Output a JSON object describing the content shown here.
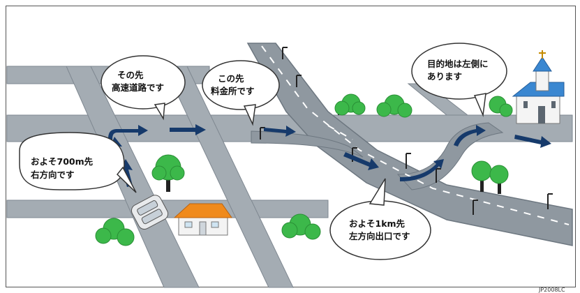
{
  "bubbles": {
    "left_turn": {
      "line1": "およそ700m先",
      "line2": "右方向です"
    },
    "expressway": {
      "line1": "その先",
      "line2": "高速道路です"
    },
    "tollgate": {
      "line1": "この先",
      "line2": "料金所です"
    },
    "destination": {
      "line1": "目的地は左側に",
      "line2": "あります"
    },
    "exit": {
      "line1": "およそ1km先",
      "line2": "左方向出口です"
    }
  },
  "image_code": "JP2008LC",
  "colors": {
    "road": "#9aa3ab",
    "road_edge": "#6d7780",
    "highway": "#8e979f",
    "arrow": "#163a6b",
    "tree": "#3cb84a",
    "house_roof": "#f08a1c"
  }
}
